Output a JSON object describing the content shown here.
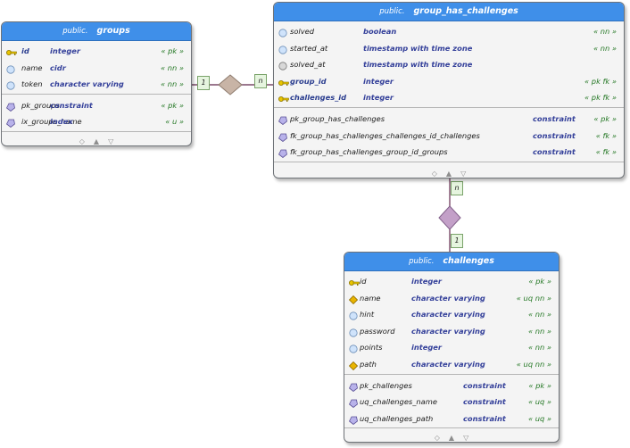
{
  "tables": {
    "groups": {
      "schema": "public.",
      "name": "groups",
      "columns": [
        {
          "icon": "key-icon",
          "name": "id",
          "type": "integer",
          "tag": "« pk »",
          "bold": true
        },
        {
          "icon": "circle-icon",
          "name": "name",
          "type": "cidr",
          "tag": "« nn »",
          "bold": false
        },
        {
          "icon": "circle-icon",
          "name": "token",
          "type": "character varying",
          "tag": "« nn »",
          "bold": false
        }
      ],
      "constraints": [
        {
          "icon": "pentagon-icon",
          "name": "pk_groups",
          "type": "constraint",
          "tag": "« pk »"
        },
        {
          "icon": "pentagon-icon",
          "name": "ix_groups_name",
          "type": "index",
          "tag": "« u »"
        }
      ]
    },
    "group_has_challenges": {
      "schema": "public.",
      "name": "group_has_challenges",
      "columns": [
        {
          "icon": "circle-icon",
          "name": "solved",
          "type": "boolean",
          "tag": "« nn »",
          "bold": false
        },
        {
          "icon": "circle-icon",
          "name": "started_at",
          "type": "timestamp with time zone",
          "tag": "« nn »",
          "bold": false
        },
        {
          "icon": "gray-circle-icon",
          "name": "solved_at",
          "type": "timestamp with time zone",
          "tag": "",
          "bold": false
        },
        {
          "icon": "key-icon",
          "name": "group_id",
          "type": "integer",
          "tag": "« pk fk »",
          "bold": true
        },
        {
          "icon": "key-icon",
          "name": "challenges_id",
          "type": "integer",
          "tag": "« pk fk »",
          "bold": true
        }
      ],
      "constraints": [
        {
          "icon": "pentagon-icon",
          "name": "pk_group_has_challenges",
          "type": "constraint",
          "tag": "« pk »"
        },
        {
          "icon": "pentagon-icon",
          "name": "fk_group_has_challenges_challenges_id_challenges",
          "type": "constraint",
          "tag": "« fk »"
        },
        {
          "icon": "pentagon-icon",
          "name": "fk_group_has_challenges_group_id_groups",
          "type": "constraint",
          "tag": "« fk »"
        }
      ]
    },
    "challenges": {
      "schema": "public.",
      "name": "challenges",
      "columns": [
        {
          "icon": "key-icon",
          "name": "id",
          "type": "integer",
          "tag": "« pk »",
          "bold": false
        },
        {
          "icon": "diamond-icon",
          "name": "name",
          "type": "character varying",
          "tag": "« uq nn »",
          "bold": false
        },
        {
          "icon": "circle-icon",
          "name": "hint",
          "type": "character varying",
          "tag": "« nn »",
          "bold": false
        },
        {
          "icon": "circle-icon",
          "name": "password",
          "type": "character varying",
          "tag": "« nn »",
          "bold": false
        },
        {
          "icon": "circle-icon",
          "name": "points",
          "type": "integer",
          "tag": "« nn »",
          "bold": false
        },
        {
          "icon": "diamond-icon",
          "name": "path",
          "type": "character varying",
          "tag": "« uq nn »",
          "bold": false
        }
      ],
      "constraints": [
        {
          "icon": "pentagon-icon",
          "name": "pk_challenges",
          "type": "constraint",
          "tag": "« pk »"
        },
        {
          "icon": "pentagon-icon",
          "name": "uq_challenges_name",
          "type": "constraint",
          "tag": "« uq »"
        },
        {
          "icon": "pentagon-icon",
          "name": "uq_challenges_path",
          "type": "constraint",
          "tag": "« uq »"
        }
      ]
    }
  },
  "relationships": {
    "groups_link": {
      "from_card": "1",
      "to_card": "n"
    },
    "challenges_link": {
      "from_card": "n",
      "to_card": "1"
    }
  },
  "colors": {
    "header": "#3f8fe9",
    "key": "#e8c400",
    "circle": "#cfe3fb",
    "diamond": "#e8b400",
    "pentagon": "#b8b2ea",
    "relation_line": "#7a4a68",
    "relation_diamond": "#c8b4a6"
  }
}
